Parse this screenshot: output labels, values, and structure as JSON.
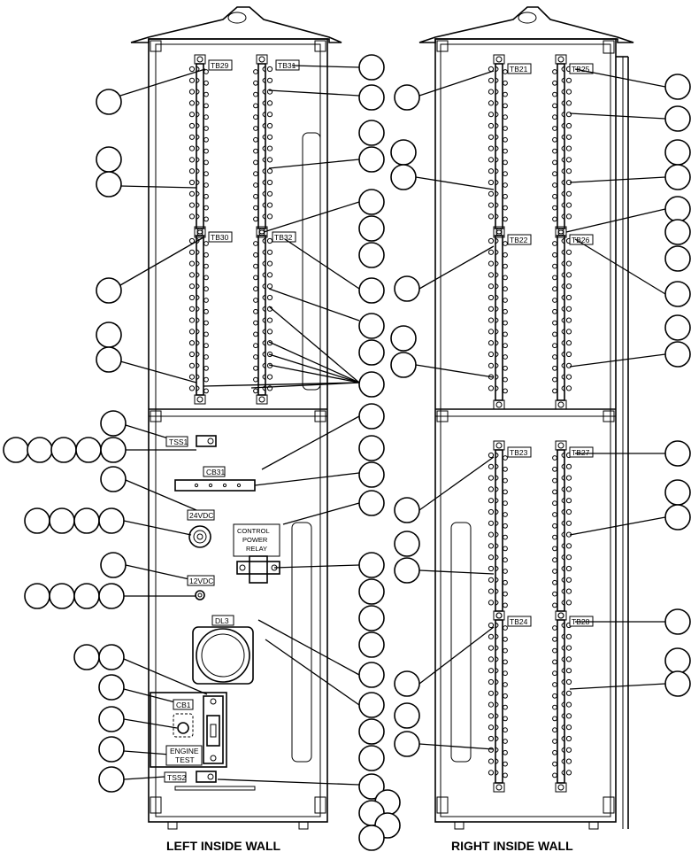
{
  "left_wall": {
    "caption": "LEFT INSIDE WALL",
    "terminal_boards": [
      "TB29",
      "TB31",
      "TB30",
      "TB32"
    ],
    "components": {
      "tss1": "TSS1",
      "cb31": "CB31",
      "v24": "24VDC",
      "relay": [
        "CONTROL",
        "POWER",
        "RELAY"
      ],
      "v12": "12VDC",
      "ds": "DL3",
      "cb1": "CB1",
      "engine": [
        "ENGINE",
        "TEST"
      ],
      "tss2": "TSS2"
    }
  },
  "right_wall": {
    "caption": "RIGHT INSIDE WALL",
    "terminal_boards": [
      "TB21",
      "TB25",
      "TB22",
      "TB26",
      "TB23",
      "TB27",
      "TB24",
      "TB28"
    ]
  }
}
